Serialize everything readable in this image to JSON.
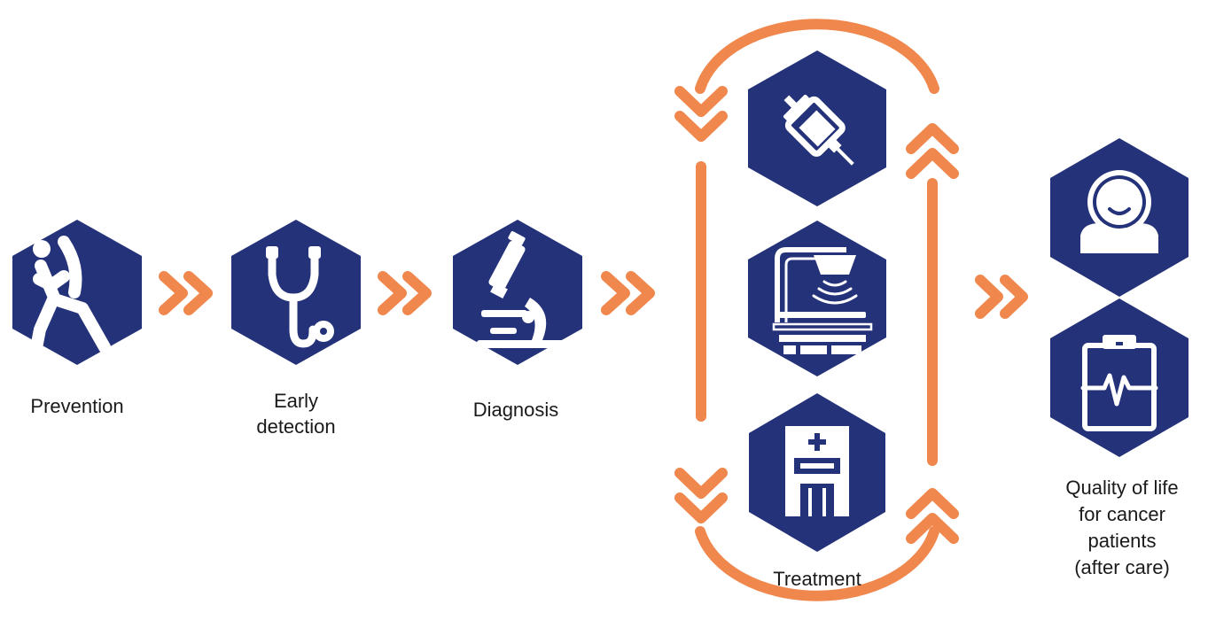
{
  "colors": {
    "hexagon": "#243279",
    "arrow": "#F0884E",
    "icon": "#ffffff",
    "text": "#1a1a1a"
  },
  "stages": [
    {
      "label": "Prevention",
      "icon": "exercise-person-icon"
    },
    {
      "label": "Early\ndetection",
      "icon": "stethoscope-icon"
    },
    {
      "label": "Diagnosis",
      "icon": "microscope-icon"
    },
    {
      "label": "Treatment",
      "icons": [
        "syringe-icon",
        "radiotherapy-machine-icon",
        "hospital-icon"
      ]
    },
    {
      "label": "Quality of life\nfor cancer\npatients\n(after care)",
      "icons": [
        "patient-person-icon",
        "health-chart-clipboard-icon"
      ]
    }
  ]
}
